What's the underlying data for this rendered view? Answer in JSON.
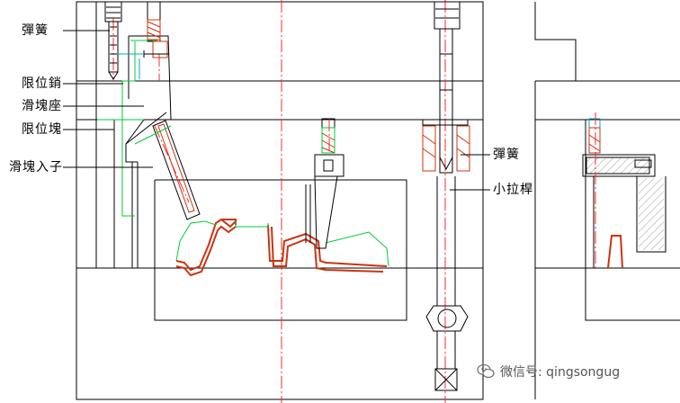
{
  "labels": {
    "spring_left": "彈簧",
    "limit_pin": "限位銷",
    "slider_seat": "滑塊座",
    "limit_block": "限位塊",
    "slider_insert": "滑塊入子",
    "spring_right": "彈簧",
    "small_pull_rod": "小拉桿"
  },
  "watermark": {
    "text": "微信号: qingsongug",
    "icon": "wechat-icon"
  },
  "colors": {
    "line": "#000000",
    "centerline": "#ff2a2a",
    "green": "#00cc33",
    "cyan": "#00a8c8",
    "part": "#cc3311",
    "hatch": "#999999"
  }
}
